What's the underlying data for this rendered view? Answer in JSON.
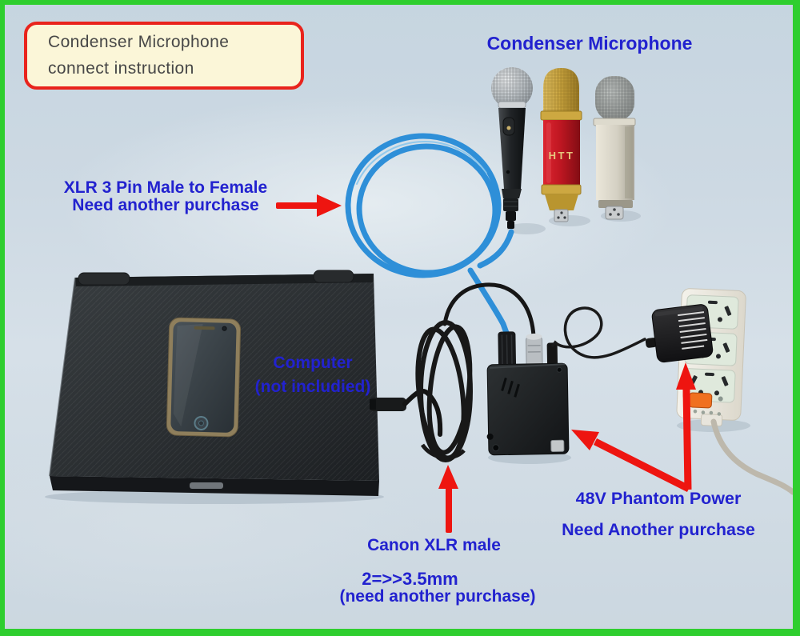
{
  "instruction_box": {
    "line1": "Condenser Microphone",
    "line2": "connect instruction"
  },
  "title": "Condenser Microphone",
  "labels": {
    "xlr_cable": {
      "line1": "XLR 3 Pin Male to Female",
      "line2": "Need another purchase"
    },
    "computer": {
      "line1": "Computer",
      "line2": "(not includied)"
    },
    "canon_xlr": {
      "line1": "Canon XLR male"
    },
    "adapter_plug": {
      "line1": "2=>>3.5mm",
      "line2": "(need another purchase)"
    },
    "phantom_power": {
      "line1": "48V Phantom Power",
      "line2": "Need Another purchase"
    }
  },
  "product_text": {
    "red_mic_brand": "HTT"
  },
  "icons": {
    "xlr_cable_arrow": "red-arrow-right",
    "canon_xlr_arrow": "red-arrow-up",
    "phantom_box_arrow": "red-arrow-up-left",
    "power_adapter_arrow": "red-arrow-up"
  },
  "colors": {
    "border_green": "#2fce2f",
    "background_blue_gray": "#cdd9e3",
    "annotation_blue": "#2222cf",
    "arrow_red": "#ee1510",
    "instruction_box_bg": "#fbf6d8",
    "instruction_box_border": "#e9231c",
    "xlr_cable_blue": "#2e8fd8",
    "mic_red": "#c01722",
    "mic_gold": "#c9a43c",
    "power_switch_orange": "#f07020"
  }
}
